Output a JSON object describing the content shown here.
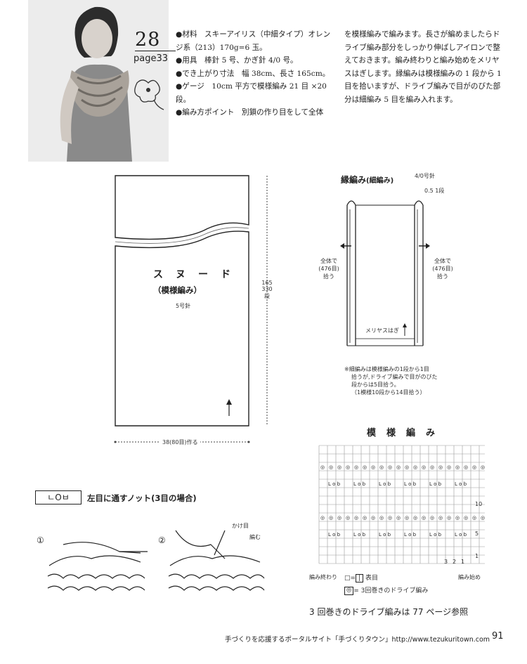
{
  "header": {
    "pattern_number": "28",
    "page_ref": "page33",
    "materials_left": [
      "●材料　スキーアイリス（中細タイプ）オレンジ系（213）170g=6 玉。",
      "●用具　棒針 5 号、かぎ針 4/0 号。",
      "●でき上がり寸法　幅 38cm、長さ 165cm。",
      "●ゲージ　10cm 平方で模様編み 21 目 ×20 段。",
      "●編み方ポイント　別鎖の作り目をして全体"
    ],
    "materials_right": "を模様編みで編みます。長さが編めましたらドライブ編み部分をしっかり伸ばしアイロンで整えておきます。編み終わりと編み始めをメリヤスはぎします。縁編みは模様編みの 1 段から 1 目を拾いますが、ドライブ編みで目がのびた部分は細編み 5 目を編み入れます。"
  },
  "snood": {
    "title": "ス　ヌ　ー　ド",
    "subtitle": "（模様編み）",
    "needle": "5号針",
    "length_cm": "165",
    "length_rows": "330",
    "length_unit": "段",
    "width_label": "38(80目)作る"
  },
  "edge": {
    "title": "縁編み",
    "title_sub": "(細編み)",
    "hook": "4/0号針",
    "offset_value": "0.5",
    "offset_rows": "1",
    "offset_unit": "段",
    "left_pick_1": "全体で",
    "left_pick_2": "(476目)",
    "left_pick_3": "拾う",
    "right_pick_1": "全体で",
    "right_pick_2": "(476目)",
    "right_pick_3": "拾う",
    "graft_label": "メリヤスはぎ",
    "note_1": "※細編みは模様編みの1段から1目",
    "note_2": "拾うが,ドライブ編みで目がのびた",
    "note_3": "段からは5目拾う。",
    "note_4": "（1模様10段から14目拾う）"
  },
  "knot": {
    "symbol": "ㄴOㅂ",
    "title": "左目に通すノット(3目の場合)",
    "step1": "①",
    "step2": "②",
    "label_kakeme": "かけ目",
    "label_amu": "編む"
  },
  "chart": {
    "title": "模　様　編　み",
    "row_10": "10",
    "row_5": "5",
    "row_1": "1",
    "col_3": "3",
    "col_2": "2",
    "col_1": "1",
    "end_label": "編み終わり",
    "start_label": "編み始め",
    "legend_knit": "表目",
    "legend_drive": "3回巻きのドライブ編み",
    "legend_box": "□=",
    "legend_box_sym": "|",
    "legend_drive_eq": "=",
    "note": "3 回巻きのドライブ編みは 77 ページ参照"
  },
  "footer": {
    "text": "手づくりを応援するポータルサイト「手づくりタウン」http://www.tezukuritown.com",
    "page": "91"
  }
}
